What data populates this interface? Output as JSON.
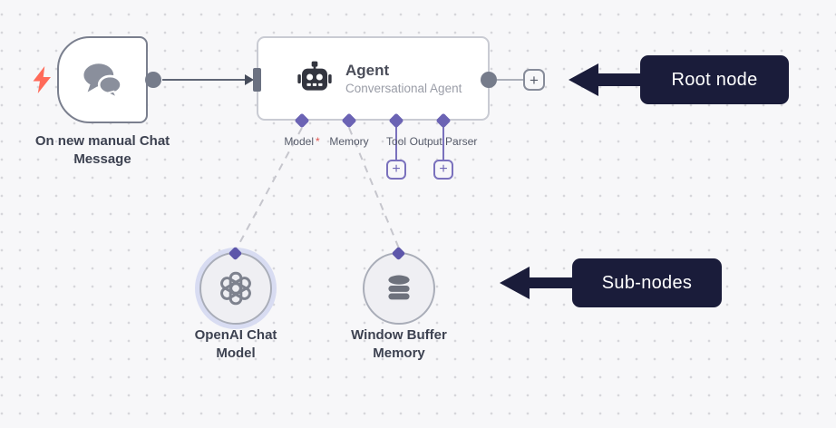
{
  "app": {
    "name": "workflow-canvas"
  },
  "colors": {
    "canvas_bg": "#f7f7f9",
    "grid_dot": "#d6d6db",
    "trigger_border": "#7a7f8e",
    "agent_border": "#c9cbd3",
    "connection_gray": "#5f6575",
    "connector_purple": "#7a71bd",
    "diamond_purple": "#6b63b4",
    "dashed_gray": "#c6c6cd",
    "annotation_bg": "#1a1c3a",
    "lightning_red": "#ff6a59",
    "required_red": "#e0544e"
  },
  "trigger_node": {
    "label": "On new manual Chat Message",
    "icon": "chat-bubbles-icon",
    "badge_icon": "lightning-bolt-icon"
  },
  "agent_node": {
    "title": "Agent",
    "subtitle": "Conversational Agent",
    "icon": "robot-icon",
    "add_output_label": "+",
    "port_add_label": "+",
    "ports": [
      {
        "label": "Model",
        "required": "*"
      },
      {
        "label": "Memory",
        "required": ""
      },
      {
        "label": "Tool",
        "required": ""
      },
      {
        "label": "Output Parser",
        "required": ""
      }
    ]
  },
  "sub_nodes": [
    {
      "label": "OpenAI Chat Model",
      "icon": "openai-logo-icon"
    },
    {
      "label": "Window Buffer Memory",
      "icon": "database-icon"
    }
  ],
  "annotations": [
    {
      "label": "Root node"
    },
    {
      "label": "Sub-nodes"
    }
  ]
}
